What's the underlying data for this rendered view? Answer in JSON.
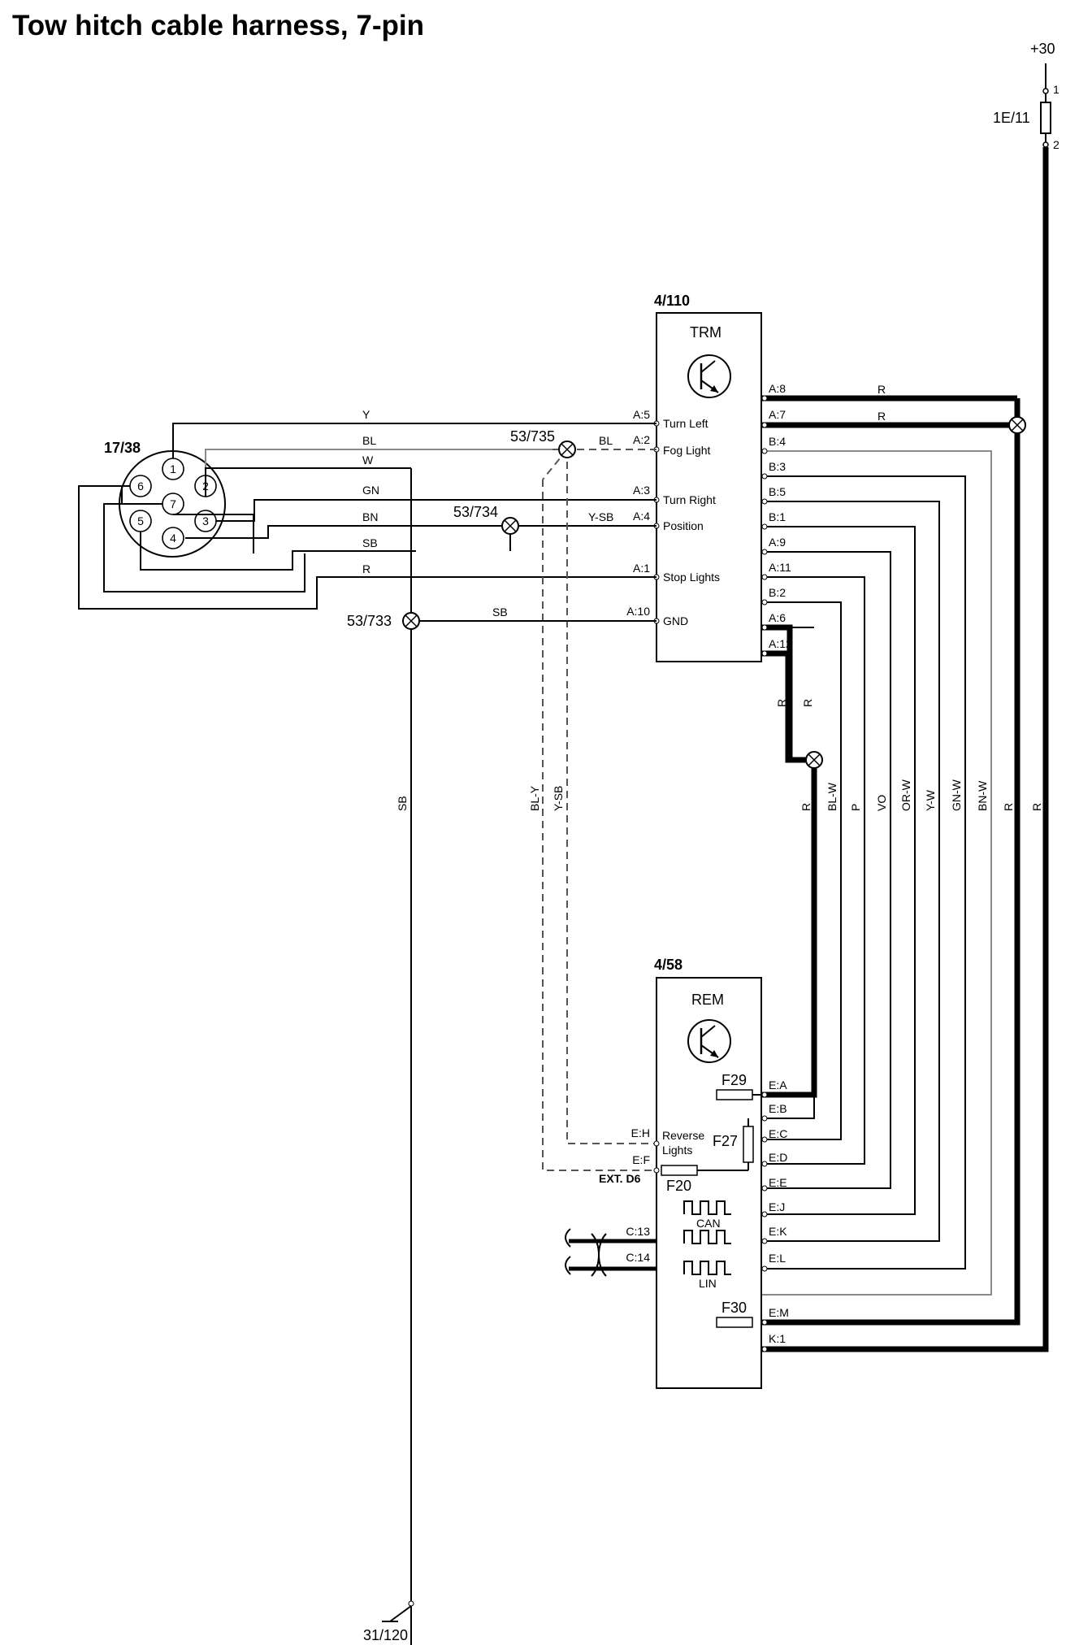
{
  "title": "Tow hitch cable harness, 7-pin",
  "supply": {
    "label": "+30",
    "fuse": "1E/11",
    "pin1": "1",
    "pin2": "2"
  },
  "ground": {
    "label": "31/120"
  },
  "trailer_socket": {
    "id": "17/38",
    "pins": [
      "1",
      "2",
      "3",
      "4",
      "5",
      "6",
      "7"
    ]
  },
  "splices": {
    "s735": "53/735",
    "s734": "53/734",
    "s733": "53/733"
  },
  "trm": {
    "id": "4/110",
    "name": "TRM",
    "left": [
      {
        "pin": "A:5",
        "func": "Turn Left",
        "wire": "Y"
      },
      {
        "pin": "A:2",
        "func": "Fog Light",
        "wire": "BL"
      },
      {
        "pin": "A:3",
        "func": "Turn Right",
        "wire": "GN"
      },
      {
        "pin": "A:4",
        "func": "Position",
        "wire": "Y-SB"
      },
      {
        "pin": "A:1",
        "func": "Stop Lights",
        "wire": "R"
      },
      {
        "pin": "A:10",
        "func": "GND",
        "wire": "SB"
      }
    ],
    "right": [
      "A:8",
      "A:7",
      "B:4",
      "B:3",
      "B:5",
      "B:1",
      "A:9",
      "A:11",
      "B:2",
      "A:6",
      "A:12"
    ],
    "r_labels": [
      "R",
      "R"
    ]
  },
  "socket_wires": [
    "W",
    "BN",
    "SB"
  ],
  "vertical_wires": [
    "SB",
    "BL-Y",
    "Y-SB",
    "R",
    "R",
    "R",
    "BL-W",
    "P",
    "VO",
    "OR-W",
    "Y-W",
    "GN-W",
    "BN-W",
    "R",
    "R"
  ],
  "rem": {
    "id": "4/58",
    "name": "REM",
    "right": [
      "E:A",
      "E:B",
      "E:C",
      "E:D",
      "E:E",
      "E:J",
      "E:K",
      "E:L",
      "E:M",
      "K:1"
    ],
    "left": [
      "E:H",
      "E:F",
      "C:13",
      "C:14"
    ],
    "fuses": [
      "F29",
      "F27",
      "F20",
      "F30"
    ],
    "texts": {
      "reverse1": "Reverse",
      "reverse2": "Lights",
      "ext": "EXT. D6",
      "can": "CAN",
      "lin": "LIN"
    }
  }
}
